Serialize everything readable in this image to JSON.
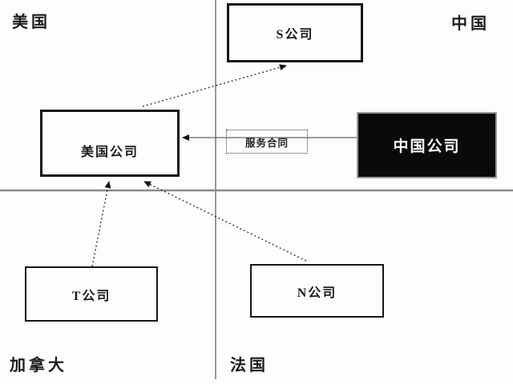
{
  "diagram": {
    "title": "cross-border company structure diagram",
    "quadrants": {
      "top_left": {
        "label": "美国"
      },
      "top_right": {
        "label": "中国"
      },
      "bottom_left": {
        "label": "加拿大"
      },
      "bottom_right": {
        "label": "法国"
      }
    },
    "nodes": {
      "s_company": {
        "label": "S公司",
        "country": "中国",
        "style": "outlined"
      },
      "us_company": {
        "label": "美国公司",
        "country": "美国",
        "style": "outlined"
      },
      "china_company": {
        "label": "中国公司",
        "country": "中国",
        "style": "filled-black"
      },
      "t_company": {
        "label": "T公司",
        "country": "加拿大",
        "style": "outlined"
      },
      "n_company": {
        "label": "N公司",
        "country": "法国",
        "style": "outlined"
      }
    },
    "edges": [
      {
        "from": "us_company",
        "to": "s_company",
        "line": "dotted",
        "label": ""
      },
      {
        "from": "china_company",
        "to": "us_company",
        "line": "solid",
        "label": "服务合同"
      },
      {
        "from": "t_company",
        "to": "us_company",
        "line": "dotted",
        "label": ""
      },
      {
        "from": "n_company",
        "to": "us_company",
        "line": "dotted",
        "label": ""
      }
    ],
    "edge_label": {
      "service_contract": "服务合同"
    },
    "colors": {
      "box_border": "#161616",
      "filled_box_bg": "#0a0a0a",
      "filled_box_text": "#ffffff",
      "divider_gray": "#989898",
      "arrow_black": "#2a2a2a",
      "solid_arrow_gray": "#666666"
    }
  }
}
